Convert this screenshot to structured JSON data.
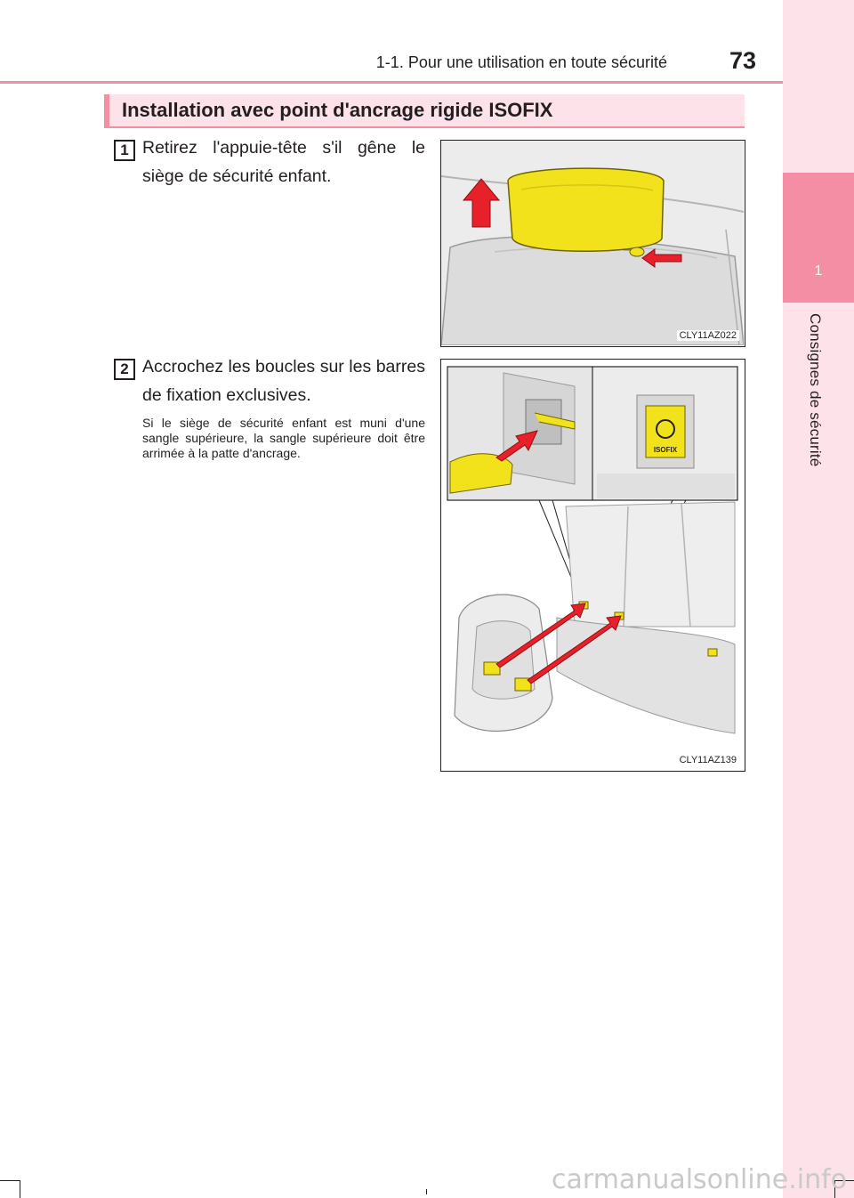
{
  "header": {
    "section_title": "1-1. Pour une utilisation en toute sécurité",
    "page_number": "73"
  },
  "side_tab": {
    "chapter_number": "1",
    "chapter_title": "Consignes de sécurité"
  },
  "section": {
    "heading": "Installation avec point d'ancrage rigide ISOFIX"
  },
  "steps": [
    {
      "number": "1",
      "text": "Retirez l'appuie-tête s'il gêne le siège de sécurité enfant.",
      "figure_code": "CLY11AZ022"
    },
    {
      "number": "2",
      "text": "Accrochez les boucles sur les barres de fixation exclusives.",
      "note": "Si le siège de sécurité enfant est muni d'une sangle supérieure, la sangle supérieure doit être arrimée à la patte d'ancrage.",
      "figure_code": "CLY11AZ139",
      "isofix_label": "ISOFIX"
    }
  ],
  "watermark": "carmanualsonline.info",
  "colors": {
    "accent_pink": "#f48ea4",
    "light_pink": "#fde3e9",
    "arrow_red": "#e8202a",
    "highlight_yellow": "#f2e21c"
  }
}
